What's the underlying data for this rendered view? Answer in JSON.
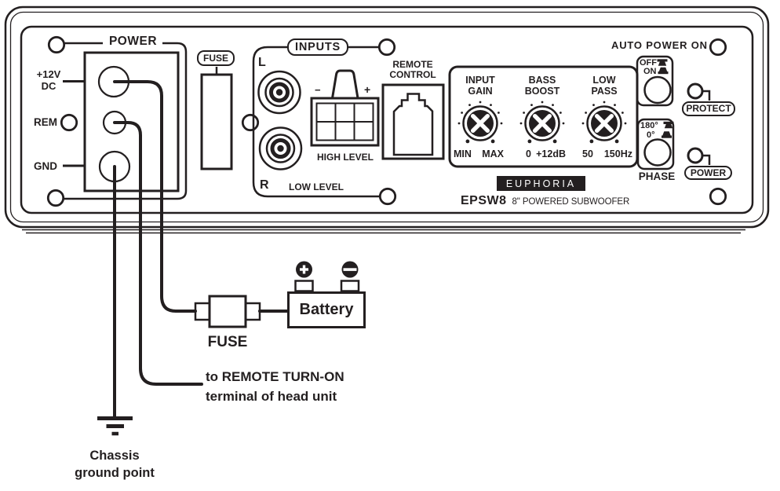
{
  "colors": {
    "ink": "#231f20",
    "background": "#ffffff"
  },
  "amp": {
    "power": {
      "heading": "POWER",
      "label_12v": "+12V\nDC",
      "label_rem": "REM",
      "label_gnd": "GND"
    },
    "fuse_badge": "FUSE",
    "inputs": {
      "heading": "INPUTS",
      "left": "L",
      "right": "R",
      "low_level": "LOW LEVEL",
      "high_level": "HIGH LEVEL",
      "minus": "−",
      "plus": "+"
    },
    "remote_control": "REMOTE\nCONTROL",
    "knobs": [
      {
        "label": "INPUT\nGAIN",
        "min": "MIN",
        "max": "MAX"
      },
      {
        "label": "BASS\nBOOST",
        "min": "0",
        "max": "+12dB"
      },
      {
        "label": "LOW\nPASS",
        "min": "50",
        "max": "150Hz"
      }
    ],
    "auto_power": {
      "heading": "AUTO POWER ON",
      "off": "OFF",
      "on": "ON"
    },
    "phase": {
      "deg180": "180°",
      "deg0": "0°",
      "label": "PHASE"
    },
    "protect_badge": "PROTECT",
    "power_badge": "POWER",
    "brand": "EUPHORIA",
    "model": "EPSW8",
    "model_desc": "8\" POWERED SUBWOOFER"
  },
  "wiring": {
    "battery": "Battery",
    "fuse": "FUSE",
    "remote_note": "to REMOTE TURN-ON\nterminal of head unit",
    "ground": "Chassis\nground point"
  }
}
